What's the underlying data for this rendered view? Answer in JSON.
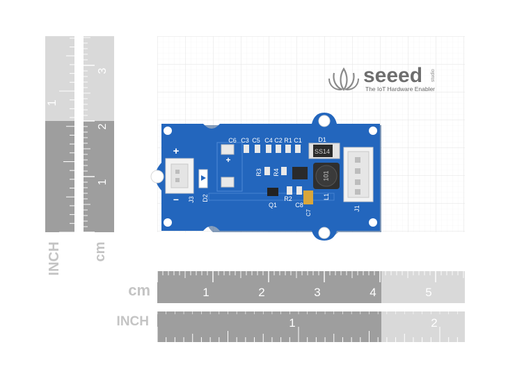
{
  "brand": {
    "name": "seeed",
    "superscript": "studio",
    "tagline": "The IoT Hardware Enabler"
  },
  "rulers": {
    "left_inch_label": "INCH",
    "left_inch_numbers": [
      "1"
    ],
    "left_cm_label": "cm",
    "left_cm_numbers": [
      "3",
      "2",
      "1"
    ],
    "bottom_cm_label": "cm",
    "bottom_cm_numbers": [
      "1",
      "2",
      "3",
      "4",
      "5"
    ],
    "bottom_inch_label": "INCH",
    "bottom_inch_numbers": [
      "1",
      "2"
    ]
  },
  "board": {
    "silkscreen": {
      "plus_left": "+",
      "minus_left": "−",
      "plus_cap": "+",
      "j3": "J3",
      "d2": "D2",
      "j1": "J1",
      "d1": "D1",
      "l1": "L1",
      "q1": "Q1",
      "r2": "R2",
      "r3": "R3",
      "r4": "R4",
      "c1": "C1",
      "c2": "C2",
      "c3": "C3",
      "c4": "C4",
      "c5": "C5",
      "c6": "C6",
      "c7": "C7",
      "c8": "C8",
      "r1": "R1"
    },
    "chip_diode": "SS14",
    "inductor_code": "101"
  },
  "colors": {
    "pcb": "#1f63b8",
    "ruler_dark": "#9c9c9c",
    "ruler_light": "#d6d6d6",
    "grid": "#e4e4e4",
    "connector": "#f2f2f2",
    "gold": "#d9a63a"
  }
}
